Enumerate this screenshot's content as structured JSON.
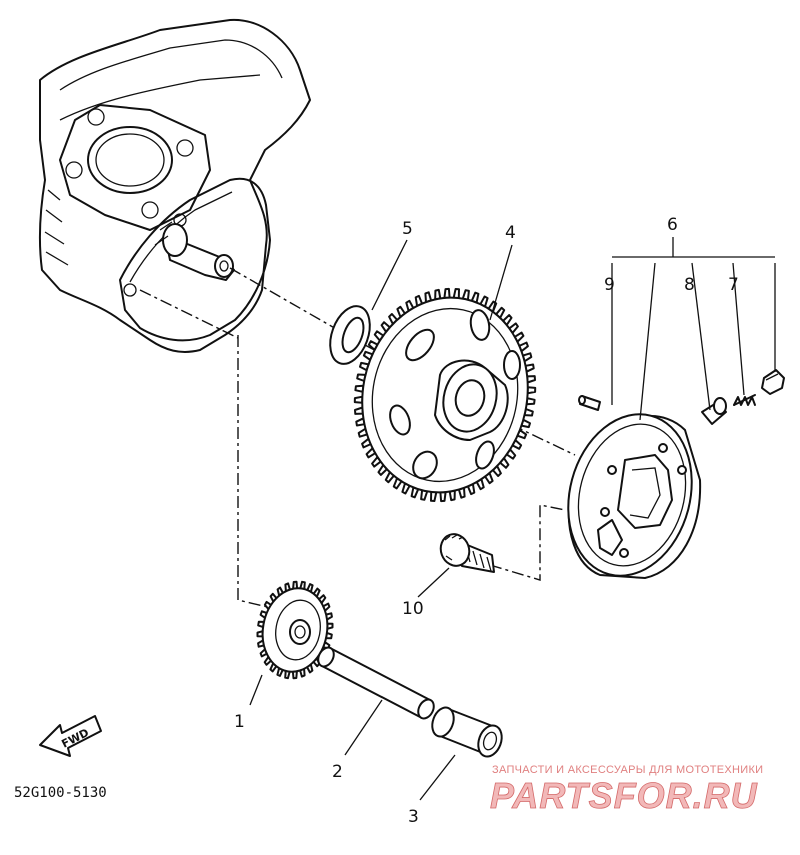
{
  "diagram": {
    "callouts": [
      {
        "id": "1",
        "label": "1"
      },
      {
        "id": "2",
        "label": "2"
      },
      {
        "id": "3",
        "label": "3"
      },
      {
        "id": "4",
        "label": "4"
      },
      {
        "id": "5",
        "label": "5"
      },
      {
        "id": "6",
        "label": "6"
      },
      {
        "id": "7",
        "label": "7"
      },
      {
        "id": "8",
        "label": "8"
      },
      {
        "id": "9",
        "label": "9"
      },
      {
        "id": "10",
        "label": "10"
      }
    ],
    "part_code": "52G100-5130",
    "fwd_label": "FWD"
  },
  "watermark": {
    "tagline": "ЗАПЧАСТИ И АКСЕССУАРЫ ДЛЯ МОТОТЕХНИКИ",
    "brand": "PARTSFOR.RU"
  },
  "colors": {
    "ink": "#111111",
    "watermark_fill": "#f2b8b8",
    "watermark_stroke": "#d46a6a"
  }
}
